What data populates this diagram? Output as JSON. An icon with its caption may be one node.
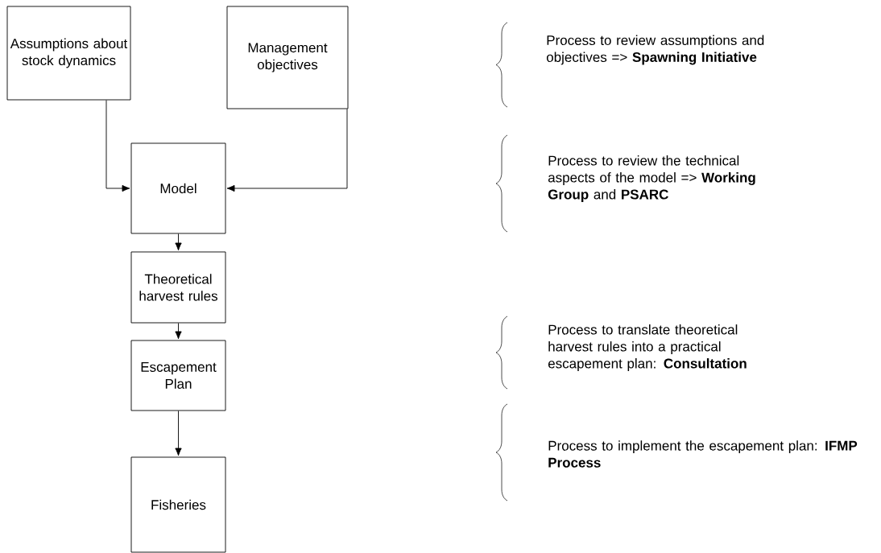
{
  "diagram": {
    "nodes": [
      {
        "text": [
          "Assumptions about stock dynamics"
        ]
      },
      {
        "text": [
          "Management objectives"
        ]
      },
      {
        "text": [
          "Model"
        ]
      },
      {
        "text": [
          "Theoretical harvest rules"
        ]
      },
      {
        "text": [
          "Escapement Plan"
        ]
      },
      {
        "text": [
          "Fisheries"
        ]
      }
    ],
    "edges": [
      {
        "from": 0,
        "to": 2,
        "arrow": "to"
      },
      {
        "from": 1,
        "to": 2,
        "arrow": "to"
      },
      {
        "from": 2,
        "to": 3,
        "arrow": "to"
      },
      {
        "from": 3,
        "to": 4,
        "arrow": "to"
      },
      {
        "from": 4,
        "to": 5,
        "arrow": "to"
      }
    ],
    "labels": [
      "Process to review assumptions and objectives => **Spawning Initiative**",
      "Process to review the technical aspects of the model => **Working Group** and **PSARC**",
      "Process to translate theoretical harvest rules into a practical escapement plan: **Consultation**",
      "Process to implement the escapement plan: **IFMP Process**"
    ]
  }
}
